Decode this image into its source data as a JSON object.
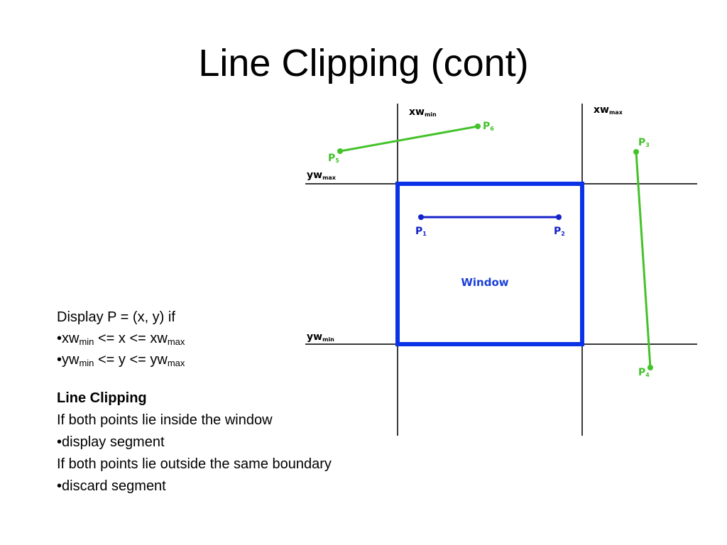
{
  "slide": {
    "title": "Line Clipping (cont)"
  },
  "diagram": {
    "xw_min": {
      "base": "xw",
      "sub": "min"
    },
    "xw_max": {
      "base": "xw",
      "sub": "max"
    },
    "yw_max": {
      "base": "yw",
      "sub": "max"
    },
    "yw_min": {
      "base": "yw",
      "sub": "min"
    },
    "window_label": "Window",
    "points": {
      "p1": {
        "base": "P",
        "sub": "1"
      },
      "p2": {
        "base": "P",
        "sub": "2"
      },
      "p3": {
        "base": "P",
        "sub": "3"
      },
      "p4": {
        "base": "P",
        "sub": "4"
      },
      "p5": {
        "base": "P",
        "sub": "5"
      },
      "p6": {
        "base": "P",
        "sub": "6"
      }
    },
    "colors": {
      "boundary": "#3a3a3a",
      "window": "#0a32e6",
      "inside_segment": "#1522c8",
      "outside_segment": "#44c22a",
      "window_label": "#1a3fd8"
    }
  },
  "condition": {
    "intro": "Display P = (x, y) if",
    "x_rule": {
      "bullet": "•",
      "a": "xw",
      "a_sub": "min",
      "mid": " <= x <= ",
      "b": "xw",
      "b_sub": "max"
    },
    "y_rule": {
      "bullet": "•",
      "a": "yw",
      "a_sub": "min",
      "mid": " <= y <= ",
      "b": "yw",
      "b_sub": "max"
    }
  },
  "rules": {
    "heading": "Line Clipping",
    "line1": "If both points lie inside the window",
    "line2": "•display segment",
    "line3": "If both points lie outside the same boundary",
    "line4": "•discard segment"
  }
}
